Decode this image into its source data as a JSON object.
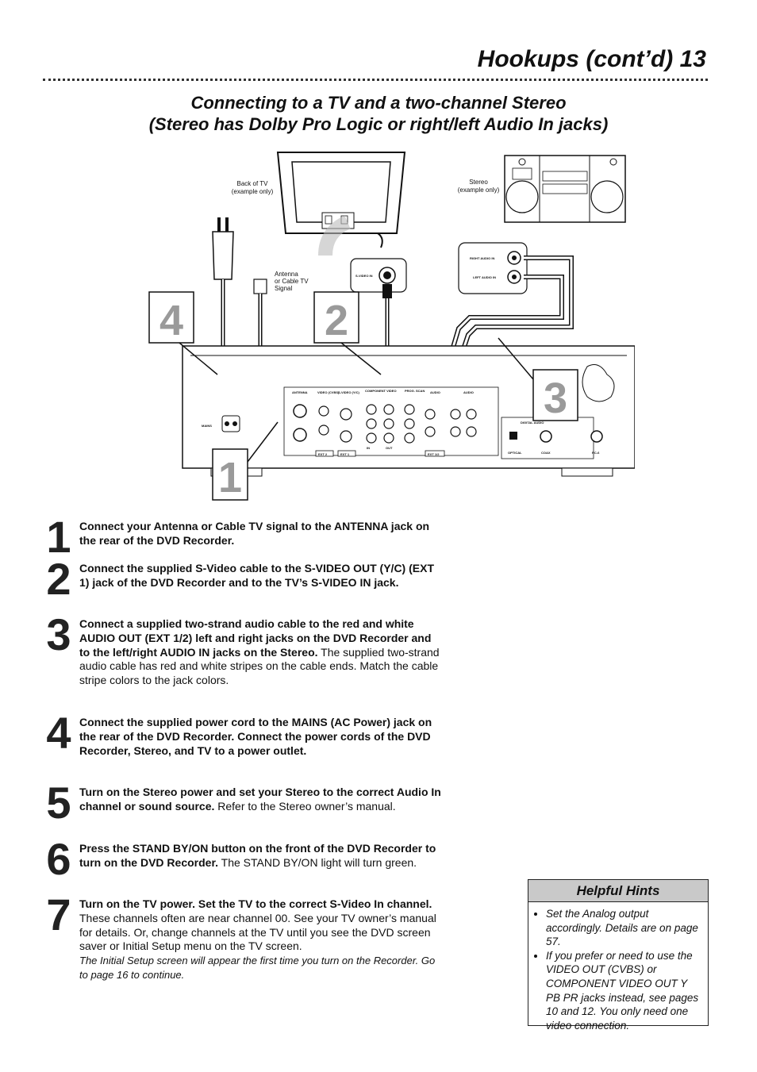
{
  "header": {
    "title": "Hookups (cont’d)  13"
  },
  "section": {
    "title_line1": "Connecting to a TV and a two-channel Stereo",
    "title_line2": "(Stereo has Dolby Pro Logic or right/left Audio In jacks)"
  },
  "diagram": {
    "tv_label_1": "Back of TV",
    "tv_label_2": "(example only)",
    "stereo_label_1": "Stereo",
    "stereo_label_2": "(example only)",
    "antenna_label_1": "Antenna",
    "antenna_label_2": "or Cable TV",
    "antenna_label_3": "Signal",
    "svideo_in": "S-VIDEO IN",
    "right_audio_in": "RIGHT AUDIO IN",
    "left_audio_in": "LEFT AUDIO IN",
    "mains": "MAINS",
    "antenna_jack": "ANTENNA",
    "video_cvbs": "VIDEO (CVBS)",
    "svideo_yc": "S-VIDEO (Y/C)",
    "component_video": "COMPONENT VIDEO",
    "prog_scan": "PROG. SCAN",
    "audio": "AUDIO",
    "digital_audio": "DIGITAL AUDIO",
    "ext2": "EXT 2",
    "ext1": "EXT 1",
    "ext12": "EXT 1/2",
    "optical": "OPTICAL",
    "coax": "COAX",
    "out": "OUT",
    "in": "IN",
    "rc6": "RC-6",
    "callouts": [
      "1",
      "2",
      "3",
      "4"
    ]
  },
  "steps": [
    {
      "num": "1",
      "bold": "Connect your Antenna or Cable TV signal to the ANTENNA jack on the rear of the DVD Recorder.",
      "normal": "",
      "italic": ""
    },
    {
      "num": "2",
      "bold": "Connect the supplied S-Video cable to the S-VIDEO OUT (Y/C) (EXT 1) jack of the DVD Recorder and to the TV’s S-VIDEO IN jack.",
      "normal": "",
      "italic": ""
    },
    {
      "num": "3",
      "bold": "Connect a supplied two-strand audio cable to the red and white AUDIO OUT (EXT 1/2) left and right jacks on the DVD Recorder and to the left/right AUDIO IN jacks on the Stereo.",
      "normal": "The supplied two-strand audio cable has red and white stripes on the cable ends. Match the cable stripe colors to the jack colors.",
      "italic": ""
    },
    {
      "num": "4",
      "bold": "Connect the supplied power cord to the MAINS (AC Power) jack on the rear of the DVD Recorder. Connect the power cords of the DVD Recorder, Stereo, and TV to a power outlet.",
      "normal": "",
      "italic": ""
    },
    {
      "num": "5",
      "bold": "Turn on the Stereo power and set your Stereo to the correct Audio In channel or sound source.",
      "normal": "Refer to the Stereo owner’s manual.",
      "italic": ""
    },
    {
      "num": "6",
      "bold": "Press the STAND BY/ON button on the front of the DVD Recorder to turn on the DVD Recorder.",
      "normal": "The STAND BY/ON light will turn green.",
      "italic": ""
    },
    {
      "num": "7",
      "bold": "Turn on the TV power. Set the TV to the correct S-Video In channel.",
      "normal": "These channels often are near channel 00. See your TV owner’s manual for details. Or, change channels at the TV until you see the DVD screen saver or Initial Setup menu on the TV screen.",
      "italic": "The Initial Setup screen will appear the first time you turn on the Recorder. Go to page 16 to continue."
    }
  ],
  "hints": {
    "title": "Helpful Hints",
    "items": [
      "Set the Analog output accordingly. Details are on page 57.",
      "If you prefer or need to use the VIDEO OUT (CVBS) or COMPONENT VIDEO OUT Y PB PR jacks instead, see pages 10 and 12. You only need one video connection."
    ]
  }
}
